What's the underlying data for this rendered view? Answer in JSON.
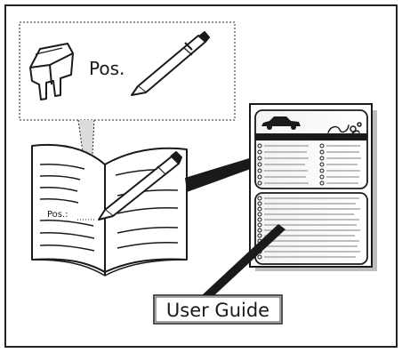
{
  "diagram": {
    "callout_label": "Pos.",
    "page_label": "Pos.:",
    "guide_label": "User Guide",
    "icons": {
      "fuse": "fuse-icon",
      "pen": "pen-icon",
      "car": "car-icon",
      "ornament": "decorative-flourish-icon"
    },
    "colors": {
      "line": "#1a1a1a",
      "frame": "#222222",
      "paper": "#ffffff",
      "shadow": "#bdbdbd",
      "rule_gray": "#a9a9a9"
    }
  }
}
